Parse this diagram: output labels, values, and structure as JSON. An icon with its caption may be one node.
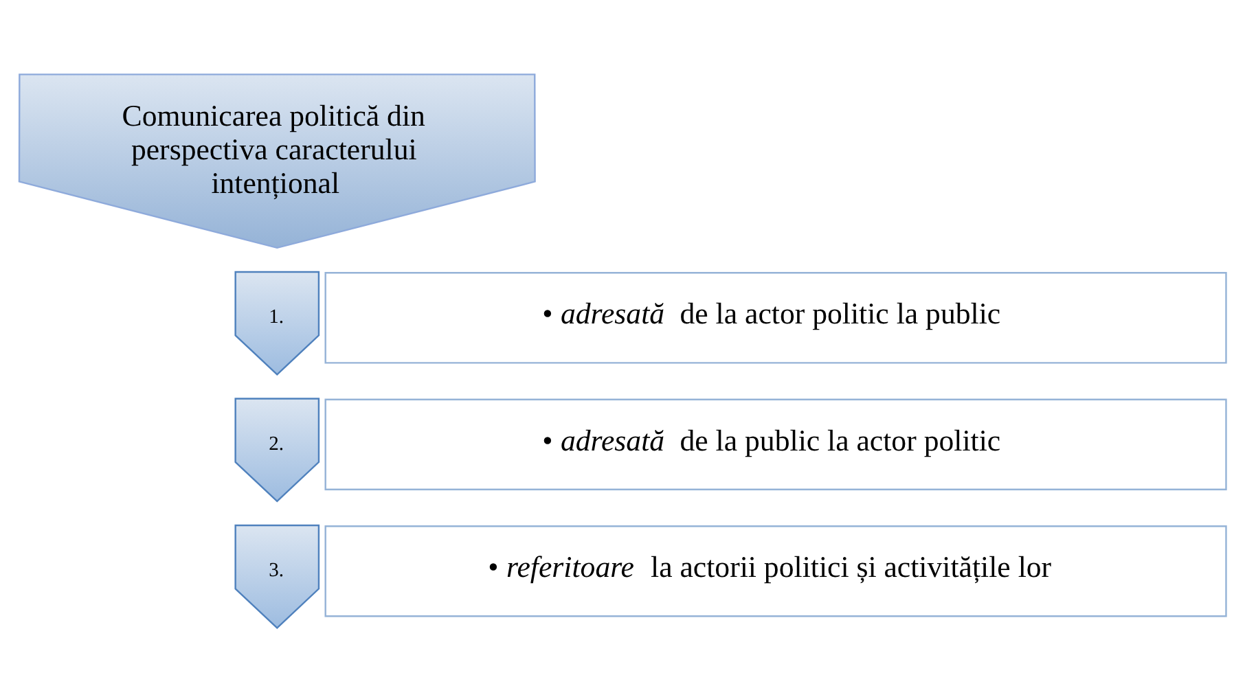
{
  "diagram": {
    "nodes": [
      {
        "text": [
          "Comunicarea politică din perspectiva caracterului intențional"
        ]
      },
      {
        "text": [
          "1."
        ]
      },
      {
        "text": [
          "• *adresată* de la actor politic la public"
        ]
      },
      {
        "text": [
          "2."
        ]
      },
      {
        "text": [
          "• *adresată* de la public la actor politic"
        ]
      },
      {
        "text": [
          "3."
        ]
      },
      {
        "text": [
          "• *referitoare* la actorii politici și activitățile lor"
        ]
      }
    ]
  }
}
